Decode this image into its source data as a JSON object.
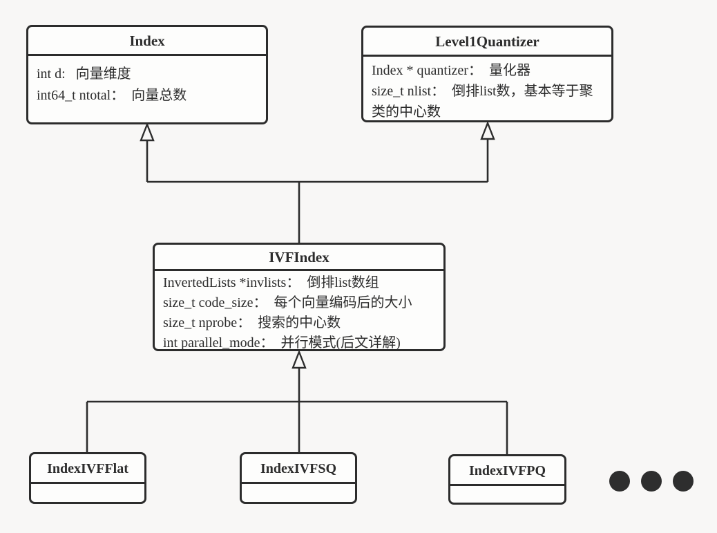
{
  "diagram": {
    "kind": "uml-class-inheritance-diagram",
    "background_color": "#f8f7f6",
    "box_fill_color": "#fdfdfc",
    "line_color": "#2c2c2c",
    "dot_color": "#2e2e2e"
  },
  "classes": {
    "index": {
      "title": "Index",
      "fields": [
        "int d:   向量维度",
        "int64_t ntotal：  向量总数"
      ]
    },
    "level1_quantizer": {
      "title": "Level1Quantizer",
      "fields": [
        "Index * quantizer：  量化器",
        "size_t nlist：  倒排list数，基本等于聚类的中心数"
      ]
    },
    "ivf_index": {
      "title": "IVFIndex",
      "fields": [
        "InvertedLists *invlists：  倒排list数组",
        "size_t code_size：  每个向量编码后的大小",
        "size_t nprobe：  搜索的中心数",
        "int parallel_mode：  并行模式(后文详解)"
      ]
    },
    "index_ivf_flat": {
      "title": "IndexIVFFlat",
      "fields": []
    },
    "index_ivf_sq": {
      "title": "IndexIVFSQ",
      "fields": []
    },
    "index_ivf_pq": {
      "title": "IndexIVFPQ",
      "fields": []
    }
  },
  "relations": [
    {
      "from": "IVFIndex",
      "to": "Index",
      "type": "inheritance"
    },
    {
      "from": "IVFIndex",
      "to": "Level1Quantizer",
      "type": "inheritance"
    },
    {
      "from": "IndexIVFFlat",
      "to": "IVFIndex",
      "type": "inheritance"
    },
    {
      "from": "IndexIVFSQ",
      "to": "IVFIndex",
      "type": "inheritance"
    },
    {
      "from": "IndexIVFPQ",
      "to": "IVFIndex",
      "type": "inheritance"
    }
  ],
  "ellipsis": {
    "dot_count": 3,
    "meaning": "more subclasses"
  }
}
